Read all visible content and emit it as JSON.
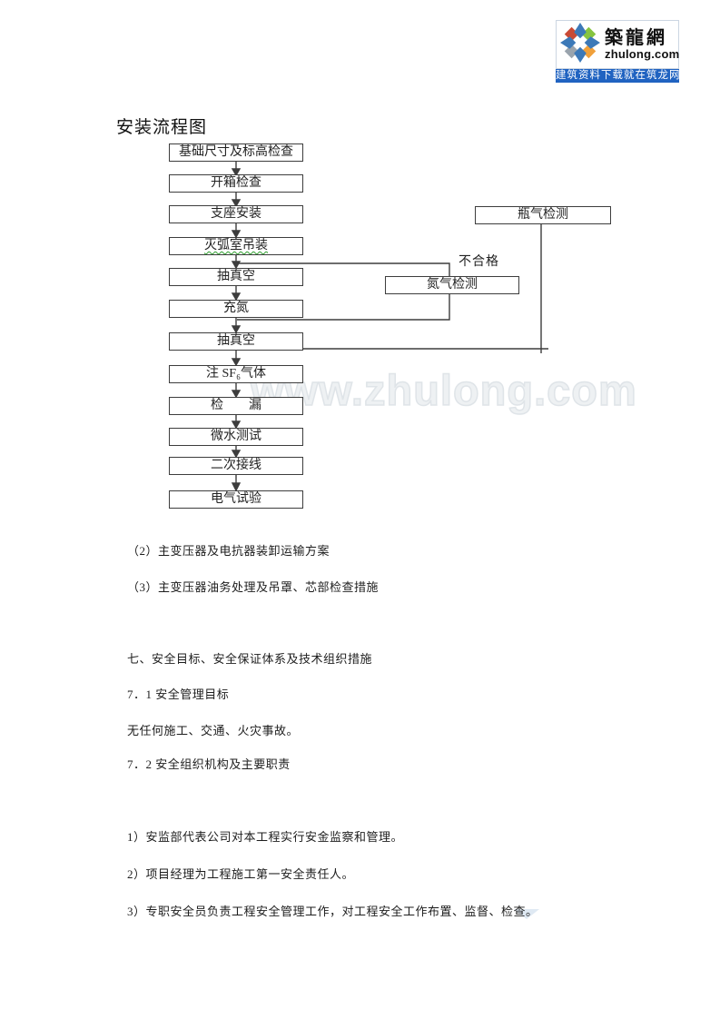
{
  "brand": {
    "name": "築龍網",
    "site": "zhulong.com",
    "tagline": "建筑资料下载就在筑龙网",
    "bar_color": "#2063c1"
  },
  "page_title": "安装流程图",
  "flowchart": {
    "steps": [
      {
        "label": "基础尺寸及标高检查"
      },
      {
        "label": "开箱检查"
      },
      {
        "label": "支座安装"
      },
      {
        "label": "灭弧室吊装"
      },
      {
        "label": "抽真空"
      },
      {
        "label": "充氮"
      },
      {
        "label": "抽真空"
      },
      {
        "label": "注 SF₆气体"
      },
      {
        "label": "检　　漏"
      },
      {
        "label": "微水测试"
      },
      {
        "label": "二次接线"
      },
      {
        "label": "电气试验"
      }
    ],
    "bottle_check_label": "瓶气检测",
    "nitrogen_check_label": "氮气检测",
    "branch_label": "不合格"
  },
  "watermark": "www.zhulong.com",
  "paragraphs": [
    "（2）主变压器及电抗器装卸运输方案",
    "（3）主变压器油务处理及吊罩、芯部检查措施",
    "七、安全目标、安全保证体系及技术组织措施",
    "7．1 安全管理目标",
    "无任何施工、交通、火灾事故。",
    "7．2 安全组织机构及主要职责",
    "1）安监部代表公司对本工程实行安金监察和管理。",
    "2）项目经理为工程施工第一安全责任人。",
    "3）专职安全员负责工程安全管理工作，对工程安全工作布置、监督、检查。"
  ]
}
